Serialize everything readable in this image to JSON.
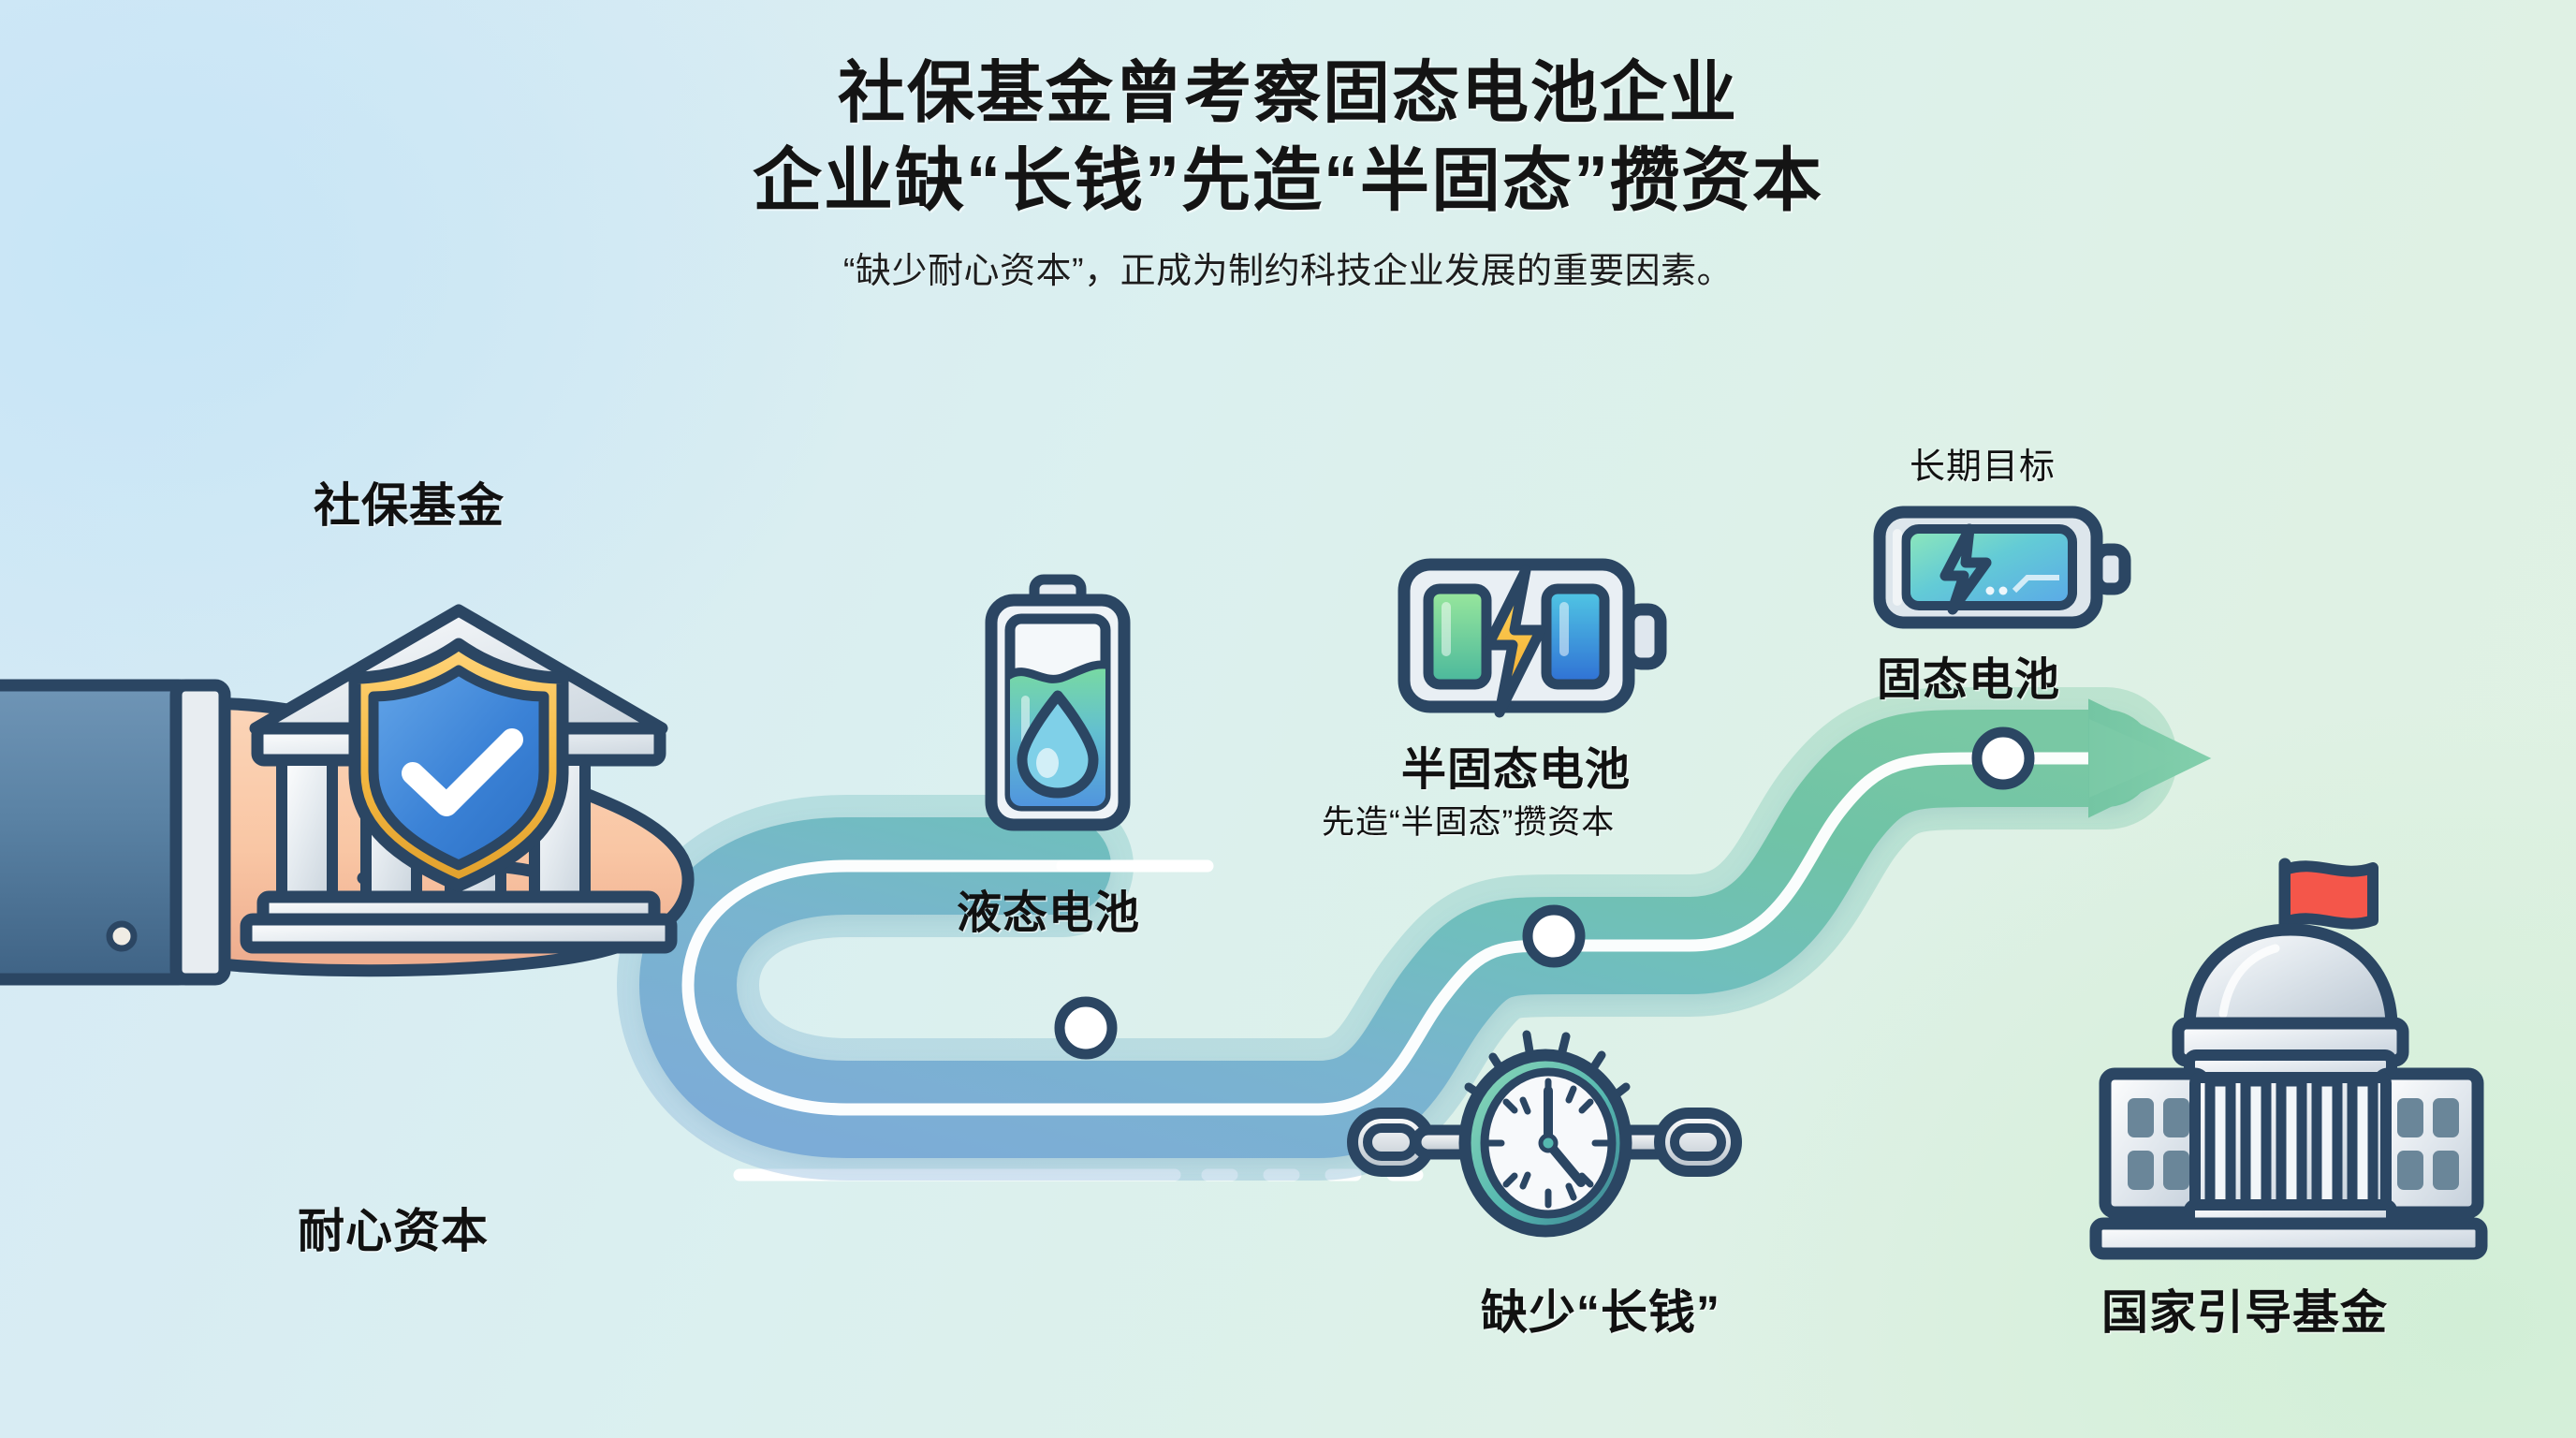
{
  "header": {
    "title_line1": "社保基金曾考察固态电池企业",
    "title_line2": "企业缺“长钱”先造“半固态”攒资本",
    "subtitle": "“缺少耐心资本”，正成为制约科技企业发展的重要因素。"
  },
  "nodes": {
    "fund": {
      "top_label": "社保基金",
      "bottom_label": "耐心资本",
      "icon": "hand-holding-bank-with-shield-icon"
    },
    "liquid_battery": {
      "label": "液态电池",
      "icon": "liquid-battery-icon"
    },
    "semi_solid_battery": {
      "label": "半固态电池",
      "sub_label": "先造“半固态”攒资本",
      "icon": "semi-solid-battery-icon"
    },
    "solid_battery": {
      "top_label": "长期目标",
      "label": "固态电池",
      "icon": "solid-state-battery-icon"
    },
    "lack_of_long_money": {
      "label": "缺少“长钱”",
      "icon": "broken-chain-clock-icon"
    },
    "national_fund": {
      "label": "国家引导基金",
      "icon": "government-building-flag-icon"
    }
  },
  "colors": {
    "bg_start": "#d4e9f6",
    "bg_end": "#e0f2e3",
    "path_blue": "#7eaed8",
    "path_teal": "#6ec0b4",
    "path_green": "#72c39d",
    "arrow_green": "#79c8a4",
    "marker_ring": "#2b4663",
    "marker_fill": "#ffffff",
    "ink": "#223a55",
    "flag_red": "#f4564a",
    "shield_gold": "#f5b942",
    "shield_blue": "#3b82d6",
    "skin": "#f8c9a8",
    "sleeve": "#5e85a8",
    "text": "#141414"
  }
}
